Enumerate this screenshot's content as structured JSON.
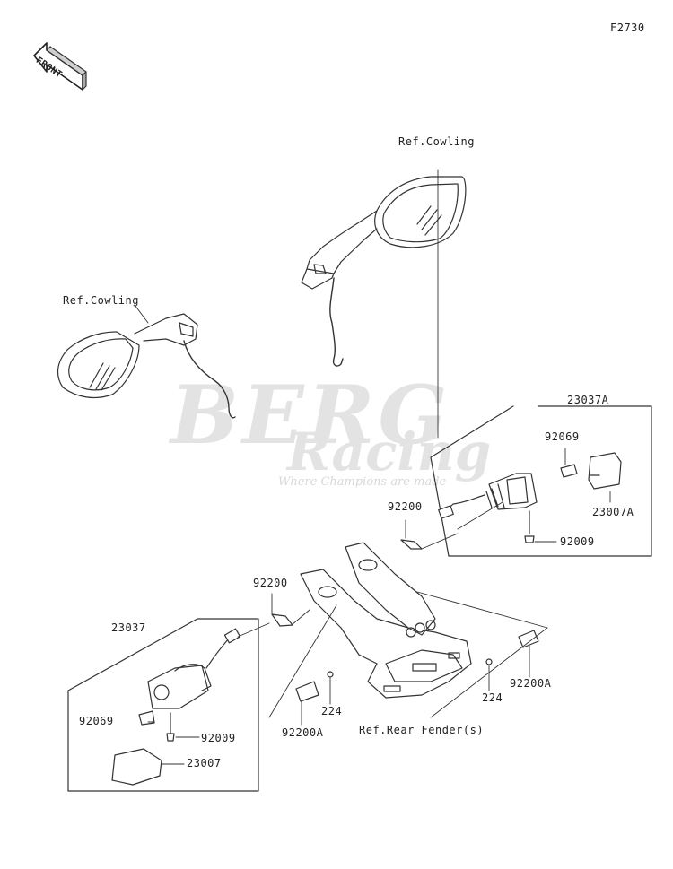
{
  "figure_code": "F2730",
  "front_badge": "FRONT",
  "watermark": {
    "brand_top": "BERG",
    "brand_bottom": "Racing",
    "tagline": "Where Champions are made"
  },
  "labels": {
    "ref_cowling_right": "Ref.Cowling",
    "ref_cowling_left": "Ref.Cowling",
    "ref_rear_fender": "Ref.Rear Fender(s)",
    "p_23037A": "23037A",
    "p_92069_top": "92069",
    "p_23007A": "23007A",
    "p_92200_right": "92200",
    "p_92009_top": "92009",
    "p_92200_left": "92200",
    "p_23037": "23037",
    "p_92069_bottom": "92069",
    "p_92009_bottom": "92009",
    "p_23007": "23007",
    "p_224_left": "224",
    "p_92200A_left": "92200A",
    "p_224_right": "224",
    "p_92200A_right": "92200A"
  }
}
